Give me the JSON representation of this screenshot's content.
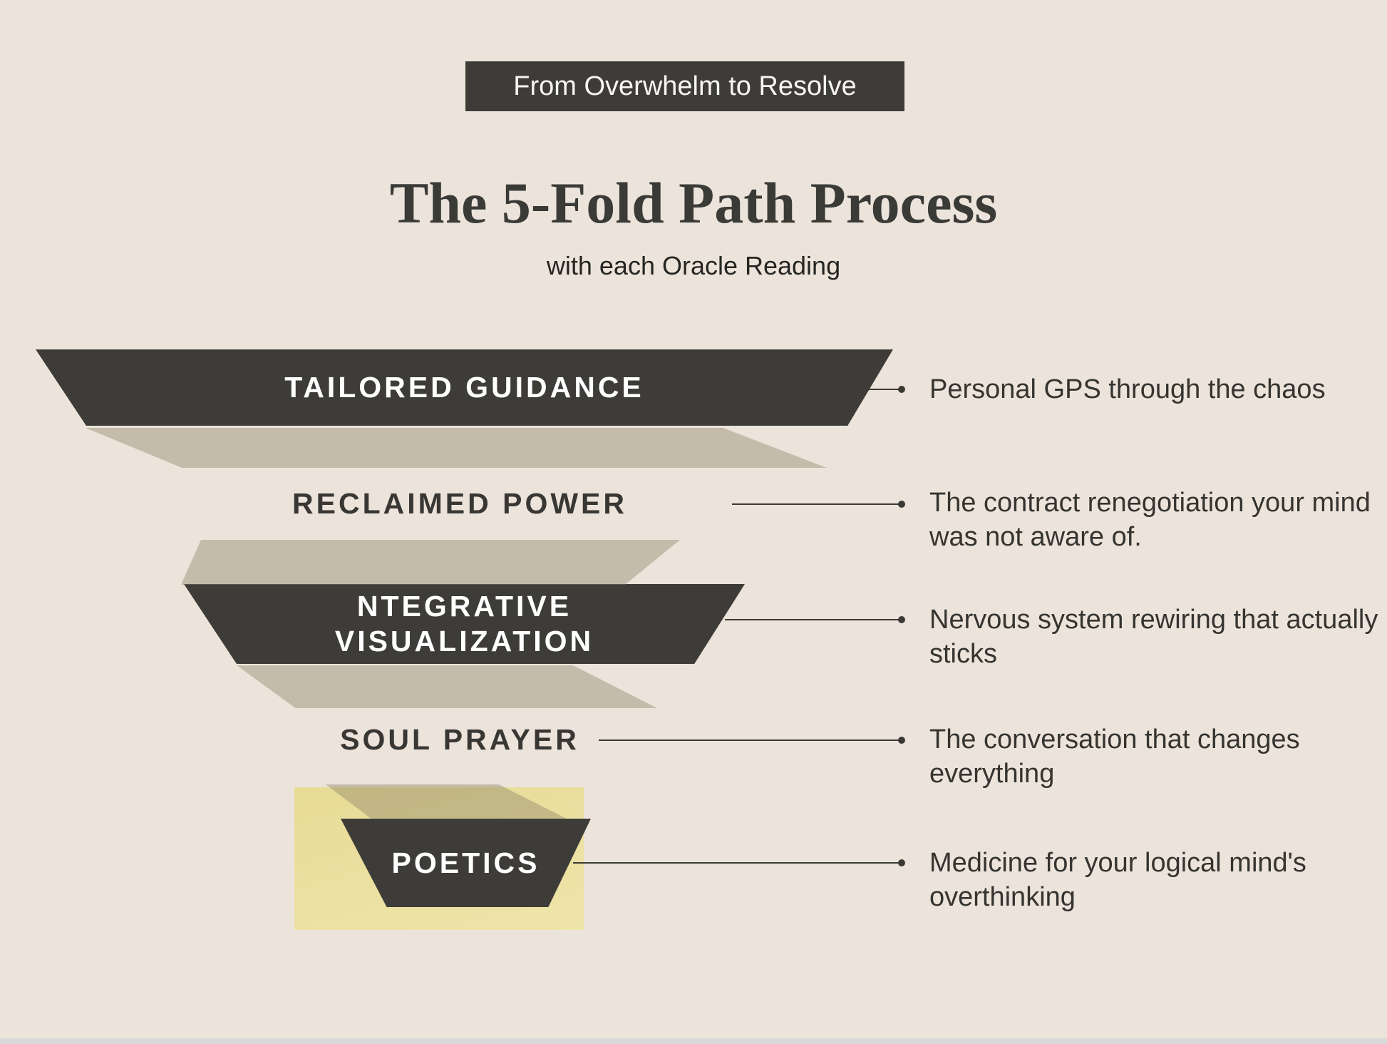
{
  "badge": {
    "label": "From Overwhelm to Resolve"
  },
  "header": {
    "title": "The 5-Fold Path Process",
    "subtitle": "with each Oracle Reading"
  },
  "colors": {
    "background": "#ece4db",
    "dark_shape": "#3e3c38",
    "shadow_taupe": "#c6bcab",
    "highlight_yellow": "#ebe093",
    "text": "#363430"
  },
  "funnel": {
    "levels": [
      {
        "label": "TAILORED GUIDANCE",
        "variant": "dark-trapezoid",
        "description": "Personal GPS through the chaos"
      },
      {
        "label": "RECLAIMED POWER",
        "variant": "text-only",
        "description": "The contract renegotiation your mind was not aware of."
      },
      {
        "label": "NTEGRATIVE VISUALIZATION",
        "variant": "dark-trapezoid",
        "description": "Nervous system rewiring that actually sticks"
      },
      {
        "label": "SOUL PRAYER",
        "variant": "text-only",
        "description": "The conversation that changes everything"
      },
      {
        "label": "POETICS",
        "variant": "dark-trapezoid-highlight",
        "description": "Medicine for your logical mind's overthinking"
      }
    ]
  }
}
